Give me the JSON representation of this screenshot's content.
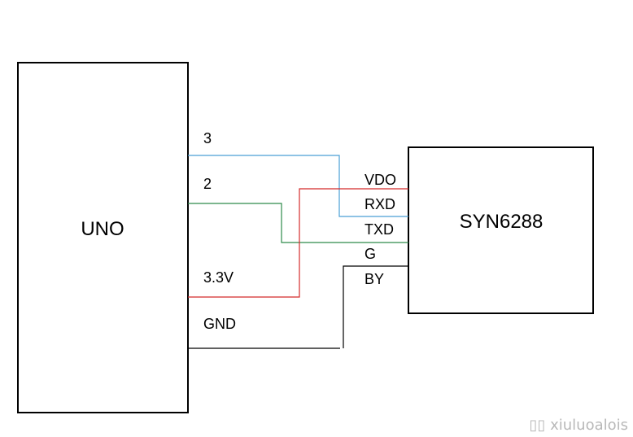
{
  "uno": {
    "label": "UNO"
  },
  "module": {
    "label": "SYN6288"
  },
  "uno_pins": {
    "pin3": "3",
    "pin2": "2",
    "v33": "3.3V",
    "gnd": "GND"
  },
  "module_pins": {
    "vdo": "VDO",
    "rxd": "RXD",
    "txd": "TXD",
    "g": "G",
    "by": "BY"
  },
  "wire_colors": {
    "pin3": "#4a9fd5",
    "pin2": "#2e8b4a",
    "v33": "#d42b2b",
    "gnd": "#000000"
  },
  "watermark": {
    "text": "xiuluoalois"
  }
}
